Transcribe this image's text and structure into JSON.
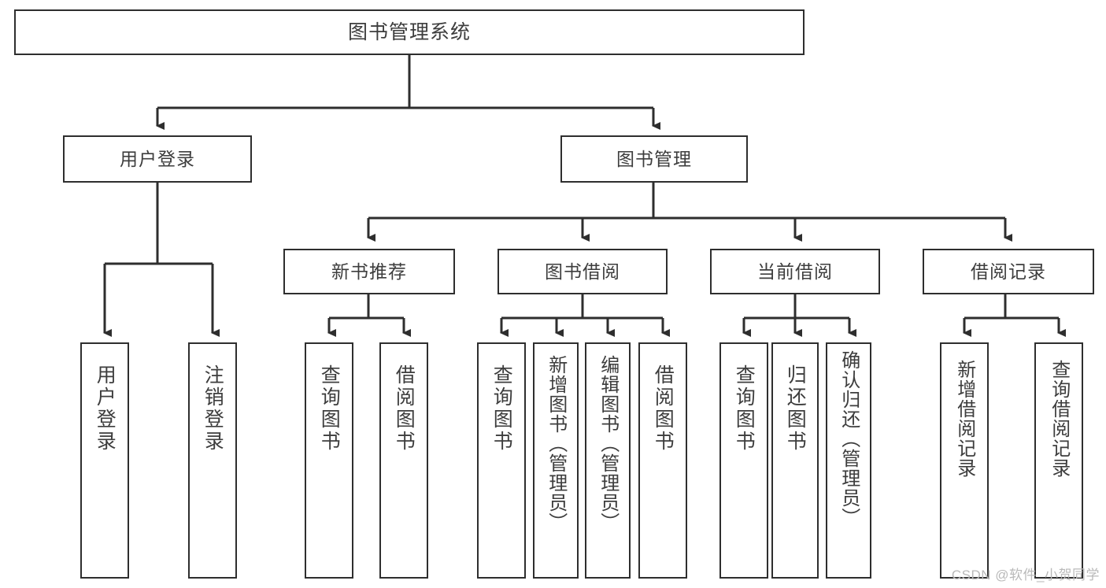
{
  "diagram": {
    "title": "图书管理系统",
    "type": "tree",
    "watermark": "CSDN @软件_小贺同学",
    "colors": {
      "stroke": "#2e2e2e",
      "text": "#3d3d3d",
      "background": "#ffffff",
      "watermark": "#b9b9b9"
    },
    "root": {
      "label": "图书管理系统"
    },
    "level2": [
      {
        "label": "用户登录"
      },
      {
        "label": "图书管理"
      }
    ],
    "level3": [
      {
        "label": "新书推荐"
      },
      {
        "label": "图书借阅"
      },
      {
        "label": "当前借阅"
      },
      {
        "label": "借阅记录"
      }
    ],
    "leaves": {
      "user_login": [
        {
          "label": "用户登录"
        },
        {
          "label": "注销登录"
        }
      ],
      "new_book_recommend": [
        {
          "label": "查询图书"
        },
        {
          "label": "借阅图书"
        }
      ],
      "book_borrow": [
        {
          "label": "查询图书"
        },
        {
          "label": "新增图书（管理员）"
        },
        {
          "label": "编辑图书（管理员）"
        },
        {
          "label": "借阅图书"
        }
      ],
      "current_borrow": [
        {
          "label": "查询图书"
        },
        {
          "label": "归还图书"
        },
        {
          "label": "确认归还（管理员）"
        }
      ],
      "borrow_records": [
        {
          "label": "新增借阅记录"
        },
        {
          "label": "查询借阅记录"
        }
      ]
    }
  }
}
